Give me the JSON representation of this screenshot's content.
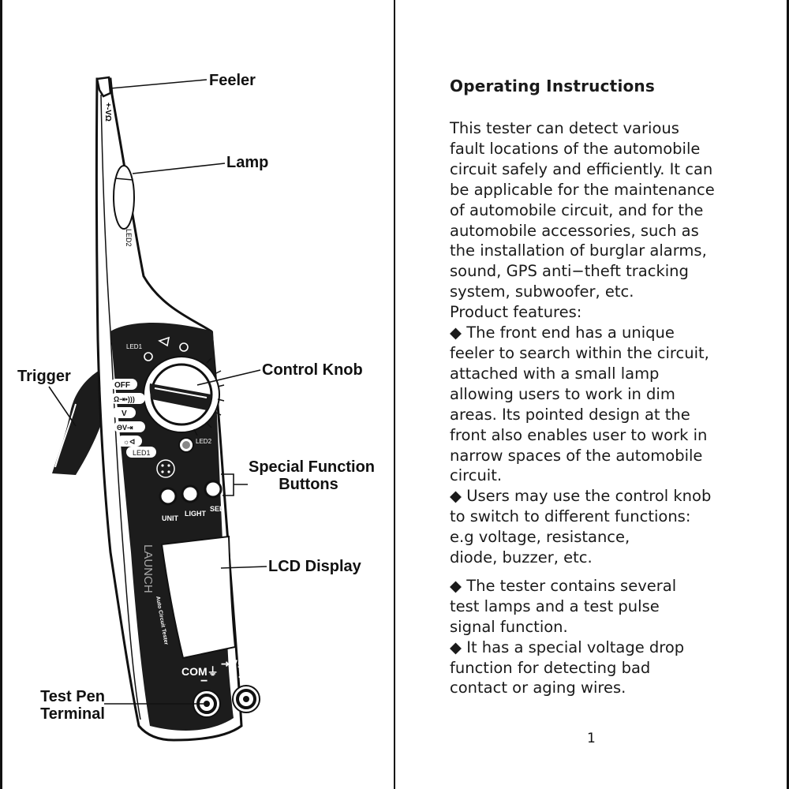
{
  "diagram": {
    "labels": {
      "feeler": "Feeler",
      "lamp": "Lamp",
      "trigger": "Trigger",
      "control_knob": "Control Knob",
      "special_function_line1": "Special Function",
      "special_function_line2": "Buttons",
      "lcd_display": "LCD Display",
      "test_pen_line1": "Test Pen",
      "test_pen_line2": "Terminal"
    },
    "device_text": {
      "tip_mark": "+-VΩ",
      "led2_tip": "LED2",
      "led1_top": "LED1",
      "mode_off": "OFF",
      "mode_ohm": "Ω⇥•)))",
      "mode_v": "V",
      "mode_diode": "ΘV⇥",
      "mode_lamp": "☼ᐊ",
      "mode_led1": "LED1",
      "led2_side": "LED2",
      "btn_unit": "UNIT",
      "btn_light": "LIGHT",
      "btn_sel": "SEL",
      "brand": "LAUNCH",
      "model": "Auto Circuit Tester",
      "com": "COM⏚",
      "vohm": "⇥VΩ",
      "minus": "−",
      "plus": "+"
    }
  },
  "instructions": {
    "title": "Operating Instructions",
    "intro_lines": [
      "This tester can detect various",
      "fault locations of the automobile",
      "circuit safely and efficiently. It can",
      "be applicable for the maintenance",
      "of automobile circuit, and for the",
      "automobile accessories, such as",
      "the installation of burglar alarms,",
      "sound, GPS anti−theft tracking",
      "system, subwoofer, etc.",
      "Product features:"
    ],
    "feature1_lines": [
      "◆ The front end has a unique",
      "feeler to search within the circuit,",
      "attached with a small lamp",
      "allowing users to work in dim",
      "areas. Its pointed design at the",
      "front also enables user to work in",
      "narrow spaces of the automobile",
      "circuit."
    ],
    "feature2_lines": [
      "◆ Users may use the control knob",
      "to switch to different functions:",
      "e.g voltage, resistance,",
      "diode, buzzer, etc."
    ],
    "feature3_lines": [
      "◆ The tester contains several",
      "test lamps and a test pulse",
      "signal function.",
      "◆ It has a special voltage drop",
      "function for detecting bad",
      "contact or aging wires."
    ],
    "page_number": "1"
  }
}
